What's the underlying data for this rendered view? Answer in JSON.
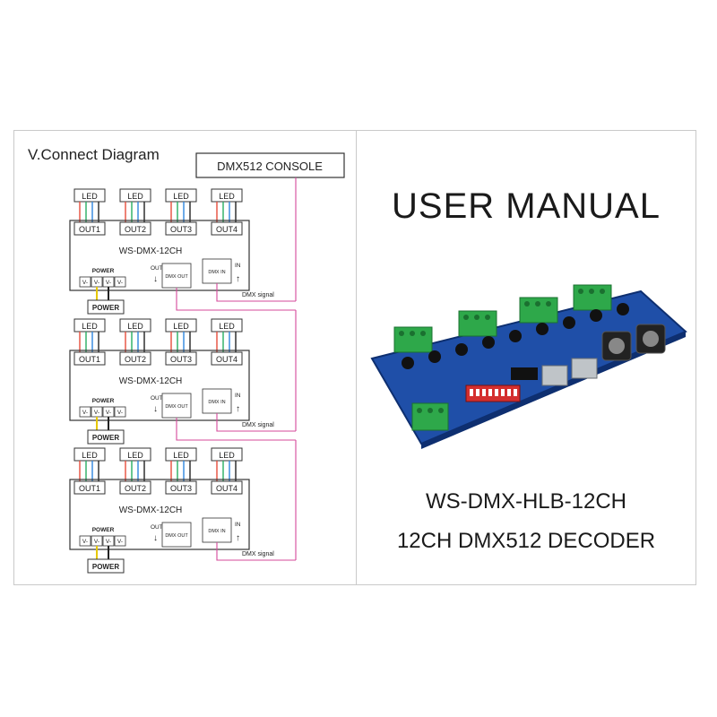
{
  "manual": {
    "title": "USER MANUAL",
    "model": "WS-DMX-HLB-12CH",
    "description": "12CH DMX512 DECODER"
  },
  "diagram": {
    "heading": "V.Connect Diagram",
    "console": "DMX512 CONSOLE",
    "led_label": "LED",
    "outputs": [
      "OUT1",
      "OUT2",
      "OUT3",
      "OUT4"
    ],
    "device_name": "WS-DMX-12CH",
    "power_section": "POWER",
    "terminal_labels": [
      "V-",
      "V-",
      "V-",
      "V-"
    ],
    "out_label": "OUT",
    "in_label": "IN",
    "dmx_out": "DMX OUT",
    "dmx_in": "DMX IN",
    "dmx_signal": "DMX signal",
    "power_supply": "POWER"
  },
  "colors": {
    "dmx_wire": "#d6489a",
    "led_wires": [
      "#e74c3c",
      "#27ae60",
      "#2e86de",
      "#222222"
    ],
    "pcb": "#1f4fa8",
    "terminal_green": "#2ea84a"
  }
}
